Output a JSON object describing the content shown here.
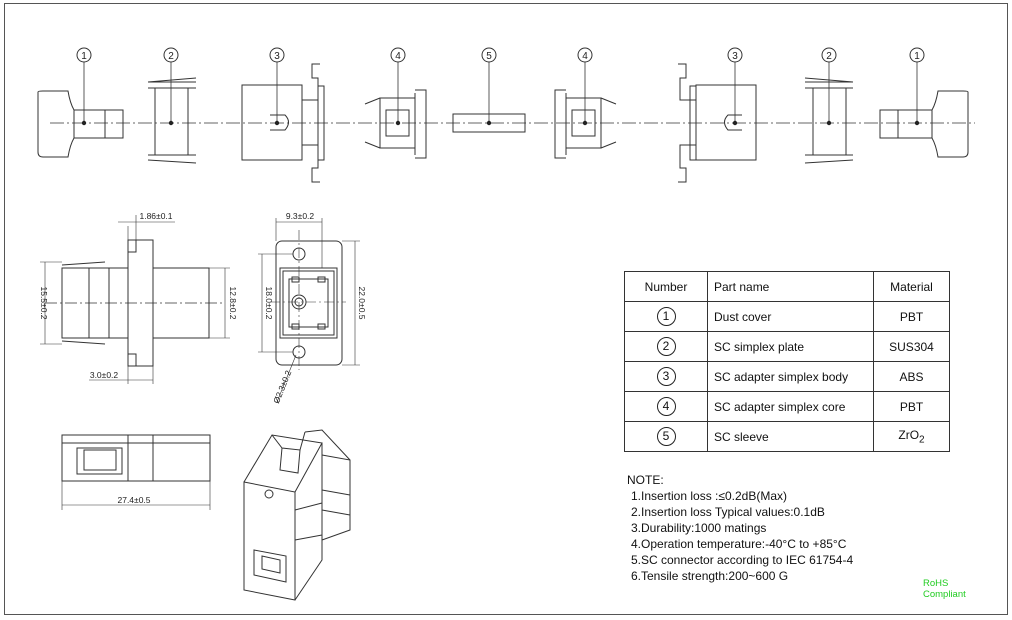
{
  "callouts_top": [
    "1",
    "2",
    "3",
    "4",
    "5",
    "4",
    "3",
    "2",
    "1"
  ],
  "dimensions": {
    "plate_thickness": "1.86±0.1",
    "flange_width": "9.3±0.2",
    "body_height_left": "15.5±0.2",
    "inner_height": "12.8±0.2",
    "hole_spacing": "18.0±0.2",
    "flange_height": "22.0±0.5",
    "flange_depth": "3.0±0.2",
    "hole_diameter": "Ø2.3±0.2",
    "total_length": "27.4±0.5"
  },
  "table": {
    "headers": [
      "Number",
      "Part name",
      "Material"
    ],
    "rows": [
      {
        "num": "1",
        "name": "Dust cover",
        "material": "PBT"
      },
      {
        "num": "2",
        "name": "SC simplex plate",
        "material": "SUS304"
      },
      {
        "num": "3",
        "name": "SC adapter simplex body",
        "material": "ABS"
      },
      {
        "num": "4",
        "name": "SC adapter simplex core",
        "material": "PBT"
      },
      {
        "num": "5",
        "name": "SC sleeve",
        "material": "ZrO",
        "material_sub": "2"
      }
    ]
  },
  "notes": {
    "title": "NOTE:",
    "items": [
      "1.Insertion loss :≤0.2dB(Max)",
      "2.Insertion loss Typical values:0.1dB",
      "3.Durability:1000 matings",
      "4.Operation temperature:-40°C to +85°C",
      "5.SC connector according to IEC 61754-4",
      "6.Tensile strength:200~600 G"
    ]
  },
  "rohs": {
    "line1": "RoHS",
    "line2": "Compliant",
    "color": "#22cc22"
  }
}
